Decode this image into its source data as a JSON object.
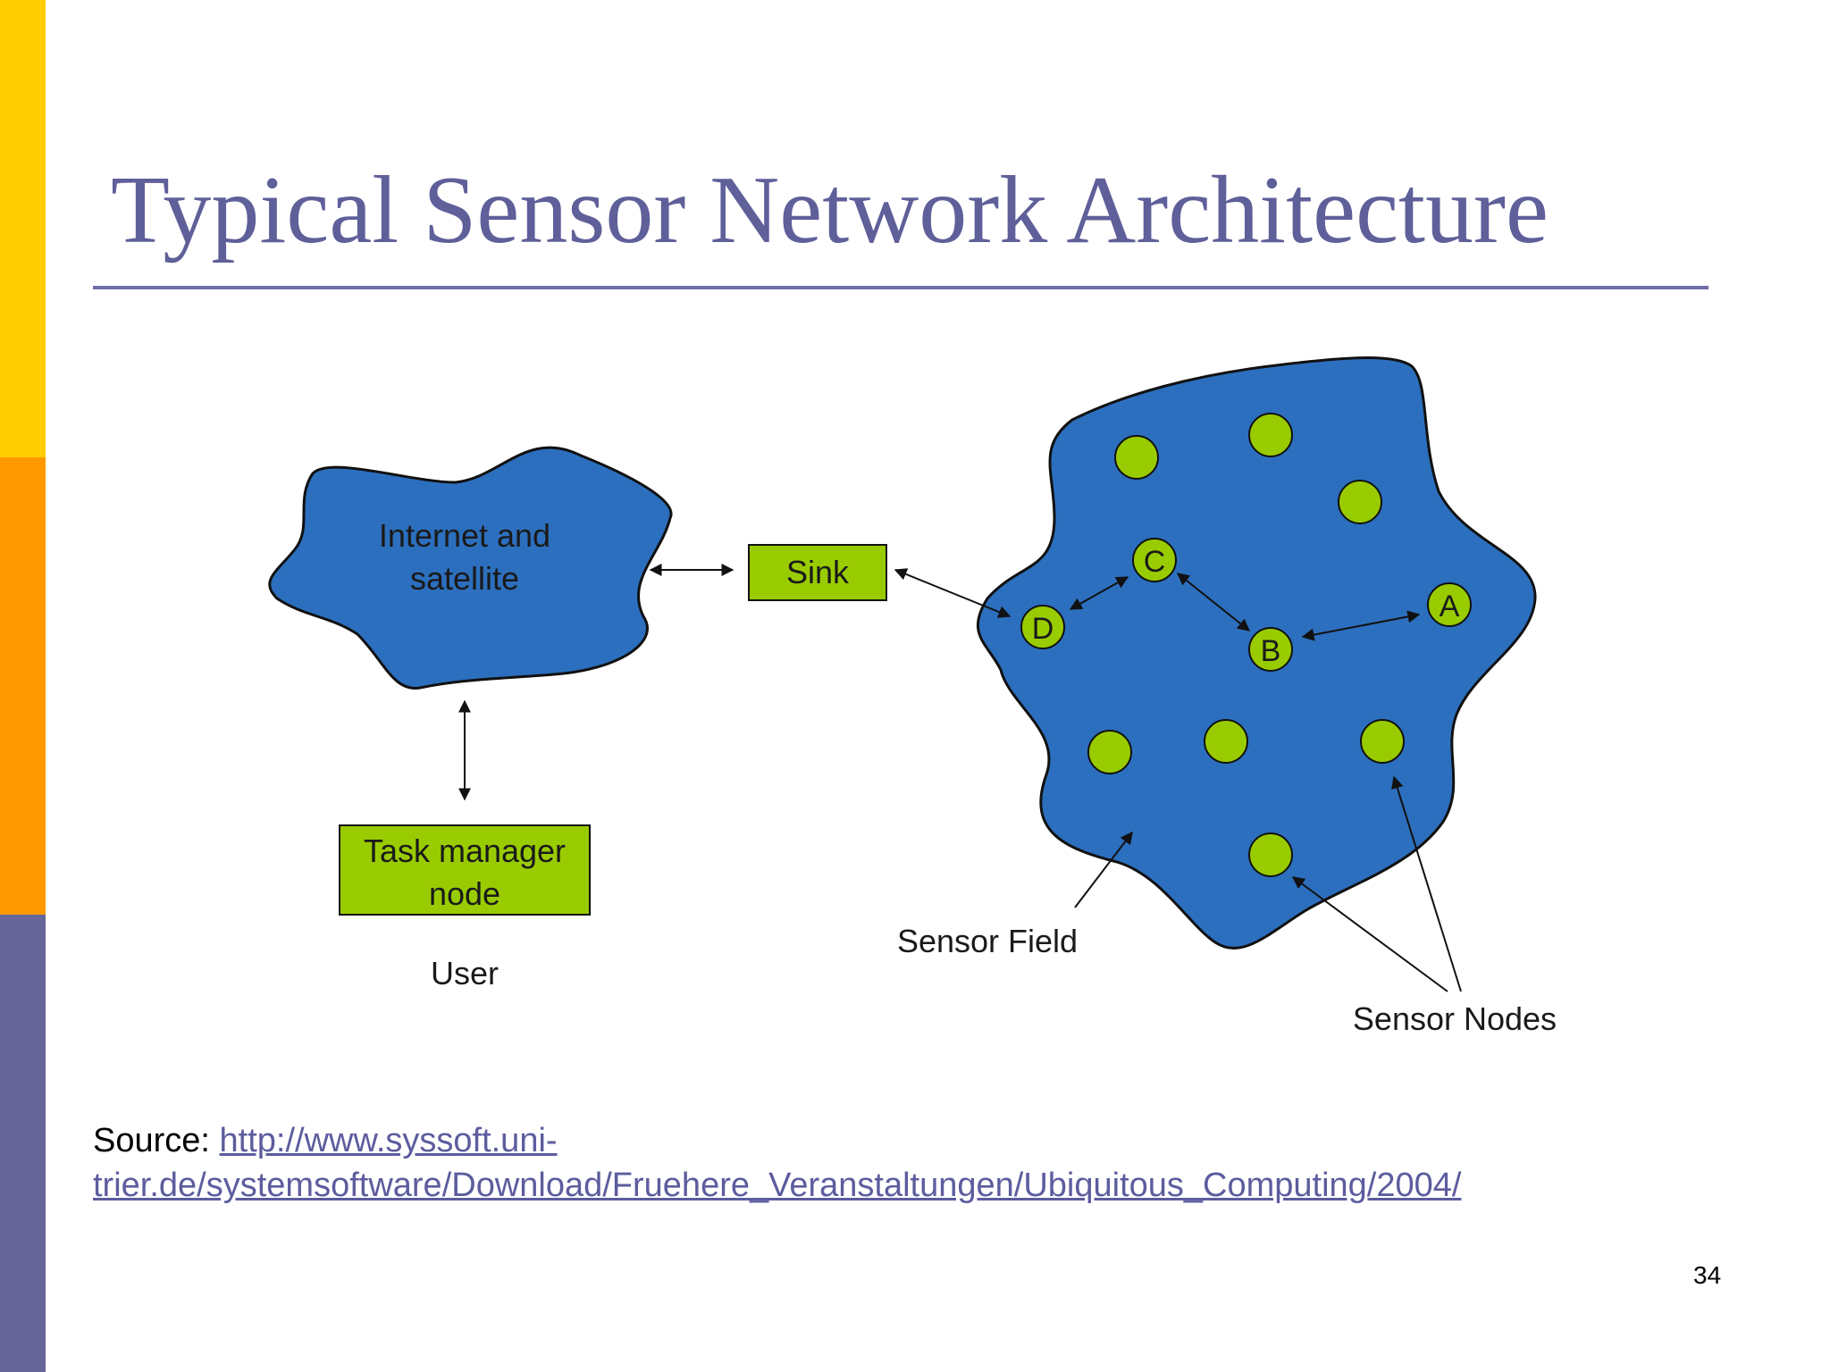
{
  "colors": {
    "accent_bar_top": "#ffcc00",
    "accent_bar_mid": "#ff9900",
    "accent_bar_bottom": "#666699",
    "title": "#5f5f9a",
    "cloud_blue": "#2c6fbe",
    "node_green": "#99cc00",
    "link": "#5c5c9e"
  },
  "title": "Typical Sensor Network Architecture",
  "diagram": {
    "cloud_label_line1": "Internet and",
    "cloud_label_line2": "satellite",
    "sink_label": "Sink",
    "task_manager_line1": "Task manager",
    "task_manager_line2": "node",
    "user_label": "User",
    "sensor_field_label": "Sensor Field",
    "sensor_nodes_label": "Sensor Nodes",
    "node_a": "A",
    "node_b": "B",
    "node_c": "C",
    "node_d": "D"
  },
  "source": {
    "prefix": "Source: ",
    "link_text": "http://www.syssoft.uni-trier.de/systemsoftware/Download/Fruehere_Veranstaltungen/Ubiquitous_Computing/2004/"
  },
  "page_number": "34"
}
